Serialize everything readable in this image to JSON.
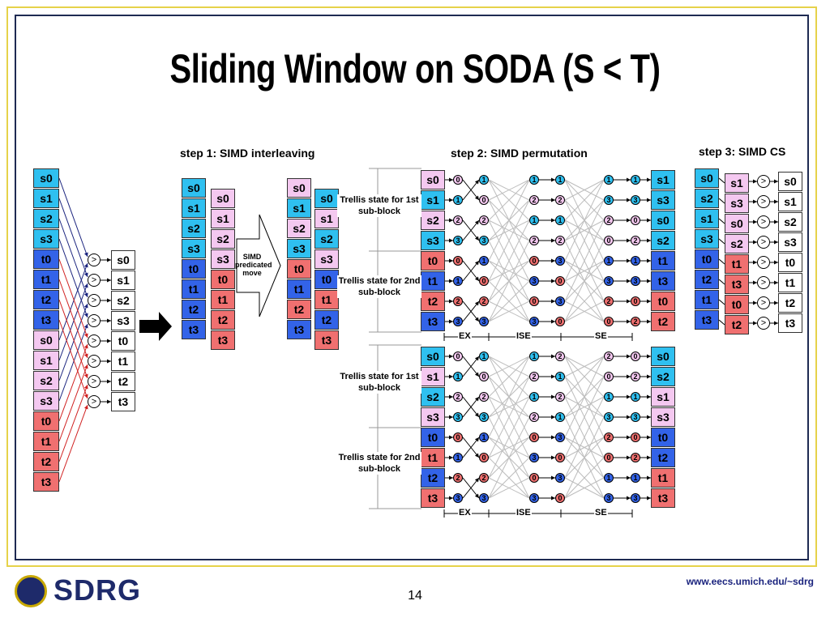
{
  "title": "Sliding Window on SODA (S < T)",
  "steps": {
    "step1": "step 1: SIMD interleaving",
    "step2": "step 2: SIMD permutation",
    "step3": "step 3: SIMD CS"
  },
  "simd_move": "SIMD predicated move",
  "trellis_labels": {
    "first": "Trellis state for 1st sub-block",
    "second": "Trellis state for 2nd sub-block"
  },
  "axis_labels": [
    "EX",
    "ISE",
    "SE"
  ],
  "left_column": [
    "s0",
    "s1",
    "s2",
    "s3",
    "t0",
    "t1",
    "t2",
    "t3",
    "s0",
    "s1",
    "s2",
    "s3",
    "t0",
    "t1",
    "t2",
    "t3"
  ],
  "left_outputs": [
    "s0",
    "s1",
    "s2",
    "s3",
    "t0",
    "t1",
    "t2",
    "t3"
  ],
  "comparator_symbol": ">",
  "step1_col_a": [
    "s0",
    "s1",
    "s2",
    "s3",
    "t0",
    "t1",
    "t2",
    "t3"
  ],
  "step1_col_b": [
    "s0",
    "s1",
    "s2",
    "s3",
    "t0",
    "t1",
    "t2",
    "t3"
  ],
  "step1_col_c": [
    "s0",
    "s1",
    "s2",
    "s3",
    "t0",
    "t1",
    "t2",
    "t3"
  ],
  "step1_col_d": [
    "s0",
    "s1",
    "s2",
    "s3",
    "t0",
    "t1",
    "t2",
    "t3"
  ],
  "perm_top_in": [
    "s0",
    "s1",
    "s2",
    "s3",
    "t0",
    "t1",
    "t2",
    "t3"
  ],
  "perm_top_out": [
    "s1",
    "s3",
    "s0",
    "s2",
    "t1",
    "t3",
    "t0",
    "t2"
  ],
  "perm_bottom_in": [
    "s0",
    "s1",
    "s2",
    "s3",
    "t0",
    "t1",
    "t2",
    "t3"
  ],
  "perm_bottom_out": [
    "s0",
    "s2",
    "s1",
    "s3",
    "t0",
    "t2",
    "t1",
    "t3"
  ],
  "perm_top_nodes": [
    [
      "0",
      "1",
      "2",
      "3",
      "0",
      "1",
      "2",
      "3"
    ],
    [
      "1",
      "0",
      "2",
      "3",
      "1",
      "0",
      "2",
      "3"
    ],
    [
      "1",
      "2",
      "1",
      "2",
      "0",
      "3",
      "0",
      "3"
    ],
    [
      "1",
      "2",
      "1",
      "2",
      "3",
      "0",
      "3",
      "0"
    ],
    [
      "1",
      "3",
      "2",
      "0",
      "1",
      "3",
      "2",
      "0"
    ],
    [
      "1",
      "3",
      "0",
      "2",
      "1",
      "3",
      "0",
      "2"
    ]
  ],
  "perm_bottom_nodes": [
    [
      "0",
      "1",
      "2",
      "3",
      "0",
      "1",
      "2",
      "3"
    ],
    [
      "1",
      "0",
      "2",
      "3",
      "1",
      "0",
      "2",
      "3"
    ],
    [
      "1",
      "2",
      "1",
      "2",
      "0",
      "3",
      "0",
      "3"
    ],
    [
      "2",
      "1",
      "2",
      "1",
      "3",
      "0",
      "3",
      "0"
    ],
    [
      "2",
      "0",
      "1",
      "3",
      "2",
      "0",
      "1",
      "3"
    ],
    [
      "0",
      "2",
      "1",
      "3",
      "0",
      "2",
      "1",
      "3"
    ]
  ],
  "cs_in": [
    "s0",
    "s2",
    "s1",
    "s3",
    "t0",
    "t2",
    "t1",
    "t3"
  ],
  "cs_mid": [
    "s1",
    "s3",
    "s0",
    "s2",
    "t1",
    "t3",
    "t0",
    "t2"
  ],
  "cs_out": [
    "s0",
    "s1",
    "s2",
    "s3",
    "t0",
    "t1",
    "t2",
    "t3"
  ],
  "footer": {
    "url": "www.eecs.umich.edu/~sdrg",
    "page": "14",
    "logo": "SDRG"
  },
  "colors": {
    "s_light": "#2fc0f0",
    "s_dark": "#3363e8",
    "s_pink": "#f4c8f0",
    "t_red": "#f07070"
  }
}
